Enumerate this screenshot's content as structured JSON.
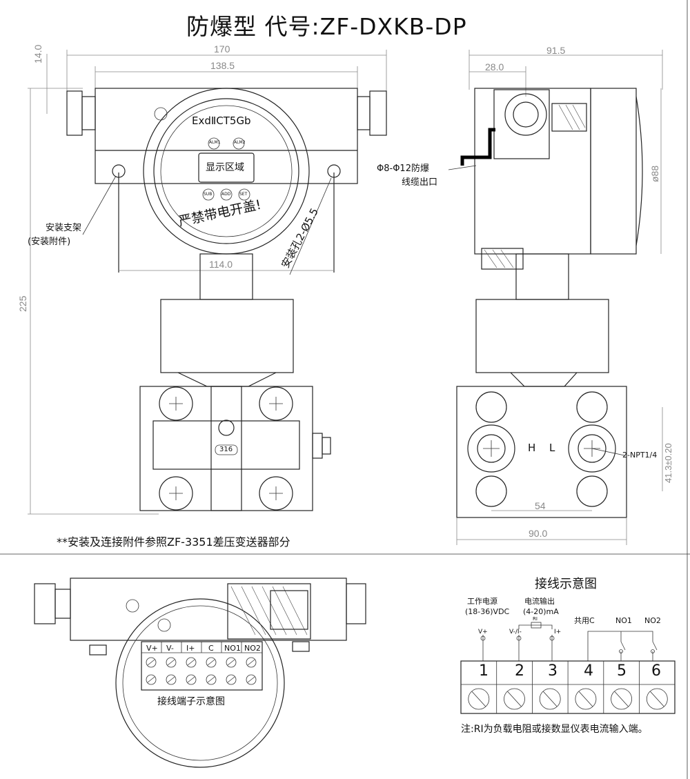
{
  "title": "防爆型  代号:ZF-DXKB-DP",
  "front_view": {
    "dim_width_total": "170",
    "dim_width_housing": "138.5",
    "dim_height_flange": "14.0",
    "dim_height_total": "225",
    "dim_mount_spacing": "114.0",
    "marking": "ExdⅡCT5Gb",
    "display_label": "显示区域",
    "key_labels": [
      "SUB",
      "ADD",
      "SET"
    ],
    "small_labels": [
      "ALM1",
      "ALM2"
    ],
    "warning": "严禁带电开盖!",
    "mount_hole": "安装孔2-Ø5.5",
    "bracket_label_line1": "安装支架",
    "bracket_label_line2": "(安装附件)",
    "flange_tag": "316"
  },
  "side_view": {
    "dim_width_total": "91.5",
    "dim_offset": "28.0",
    "dim_diameter": "ø88",
    "cable_label_line1": "Φ8-Φ12防爆",
    "cable_label_line2": "线缆出口",
    "port_h": "H",
    "port_l": "L",
    "thread_label": "2-NPT1/4",
    "dim_port_spacing": "41.3±0.20",
    "dim_bottom_inner": "54",
    "dim_bottom_total": "90.0"
  },
  "note_accessories": "**安装及连接附件参照ZF-3351差压变送器部分",
  "terminal_view": {
    "terminal_labels": [
      "V+",
      "V-",
      "I+",
      "C",
      "NO1",
      "NO2"
    ],
    "caption": "接线端子示意图"
  },
  "wiring": {
    "title": "接线示意图",
    "power_label_line1": "工作电源",
    "power_label_line2": "(18-36)VDC",
    "current_label_line1": "电流输出",
    "current_label_line2": "(4-20)mA",
    "ri_label": "RI",
    "common_label": "共用C",
    "no1_label": "NO1",
    "no2_label": "NO2",
    "pin_labels": [
      "V+",
      "V-/I-",
      "I+"
    ],
    "terminal_numbers": [
      "1",
      "2",
      "3",
      "4",
      "5",
      "6"
    ],
    "footnote": "注:RI为负载电阻或接数显仪表电流输入端。"
  }
}
